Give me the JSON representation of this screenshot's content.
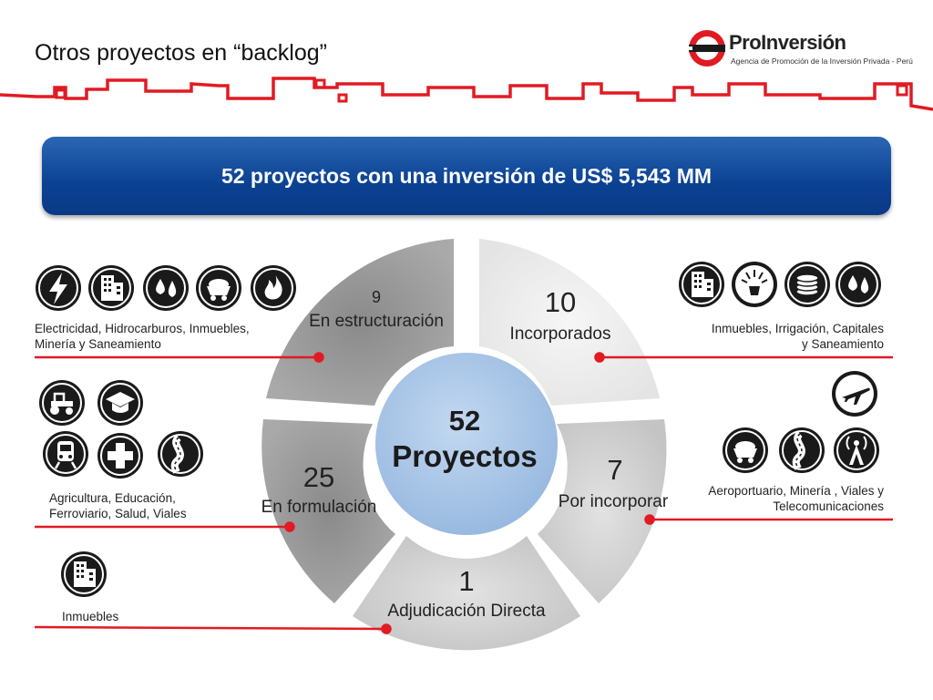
{
  "header": {
    "title": "Otros proyectos en “backlog”",
    "logo_name": "ProInversión",
    "logo_tagline": "Agencia de Promoción de la Inversión Privada - Perú"
  },
  "banner": {
    "text": "52 proyectos con una inversión de US$ 5,543 MM"
  },
  "center": {
    "number": "52",
    "label": "Proyectos"
  },
  "segments": [
    {
      "number": "9",
      "label": "En estructuración"
    },
    {
      "number": "10",
      "label": "Incorporados"
    },
    {
      "number": "7",
      "label": "Por incorporar"
    },
    {
      "number": "1",
      "label": "Adjudicación Directa"
    },
    {
      "number": "25",
      "label": "En formulación"
    }
  ],
  "sectors": [
    {
      "line1": "Electricidad, Hidrocarburos, Inmuebles,",
      "line2": "Minería y Saneamiento",
      "icons": [
        "lightning-icon",
        "building-icon",
        "water-drops-icon",
        "mining-cart-icon",
        "flame-icon"
      ]
    },
    {
      "line1": "Inmuebles, Irrigación, Capitales",
      "line2": "y Saneamiento",
      "icons": [
        "building-icon",
        "irrigation-icon",
        "coins-icon",
        "water-drops-icon"
      ]
    },
    {
      "line1": "Agricultura, Educación,",
      "line2": "Ferroviario, Salud, Viales",
      "icons": [
        "tractor-icon",
        "graduation-cap-icon",
        "train-icon",
        "health-cross-icon",
        "road-icon"
      ]
    },
    {
      "line1": "Aeroportuario, Minería , Viales y",
      "line2": "Telecomunicaciones",
      "icons": [
        "airplane-icon",
        "mining-cart-icon",
        "road-icon",
        "antenna-icon"
      ]
    },
    {
      "line1": "Inmuebles",
      "line2": "",
      "icons": [
        "building-icon"
      ]
    }
  ],
  "colors": {
    "banner": "#0b4193",
    "accent_red": "#e21a22",
    "center_circle": "#a9c6e8",
    "segment_dark": "#9b9b9b",
    "segment_light": "#ededed",
    "segment_mid": "#c8c8c8"
  }
}
